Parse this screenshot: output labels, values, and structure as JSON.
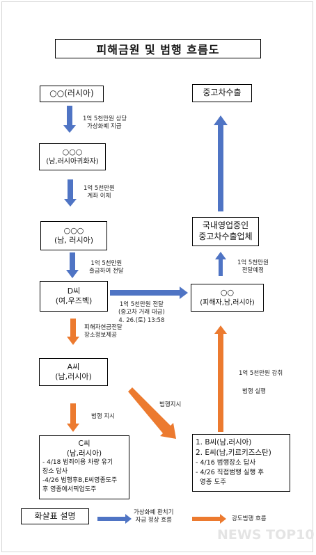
{
  "title": "피해금원 및 범행 흐름도",
  "nodes": {
    "russian_payer": "○○(러시아)",
    "naturalized_1": "○○○",
    "naturalized_2": "(남,러시아귀화자)",
    "russian_male_1": "○○○",
    "russian_male_2": "(남, 러시아)",
    "d_1": "D씨",
    "d_2": "(여,우즈벡)",
    "a_1": "A씨",
    "a_2": "(남,러시아)",
    "export": "중고차수출",
    "dealer_1": "국내영업중인",
    "dealer_2": "중고차수출업체",
    "victim_1": "○○",
    "victim_2": "(피해자,남,러시아)"
  },
  "c_box": {
    "head_1": "C씨",
    "head_2": "(남,러시아)",
    "items": [
      "- 4/18 범죄이용 차량 유기",
      "장소 답사",
      "-4/26 범행후B,E씨영종도주",
      "후 영종에서픽업도주"
    ]
  },
  "be_box": {
    "items": [
      "1. B씨(남,러시아)",
      "2. E씨(남,키르키즈스탄)",
      "- 4/16 범행장소 답사",
      "- 4/26 직접범행 실행 후",
      "영종 도주"
    ]
  },
  "labels": {
    "l1_a": "1억 5천만원 상당",
    "l1_b": "가상화폐 지급",
    "l2_a": "1억 5천만원",
    "l2_b": "계좌 이체",
    "l3_a": "1억 5천만원",
    "l3_b": "출금하여 전달",
    "l4_a": "1억 5천만원 전달",
    "l4_b": "(중고차 거래 대금)",
    "l4_c": "4. 26.(토) 13:58",
    "l5_a": "피해자현금전달",
    "l5_b": "장소정보제공",
    "l6": "범행 지시",
    "l7": "범행지시",
    "l8": "1억 5천만원 강취",
    "l9": "범행 실행",
    "l10_a": "1억 5천만원",
    "l10_b": "전달예정"
  },
  "legend": {
    "title": "화살표 설명",
    "blue_a": "가상화폐 환치기",
    "blue_b": "자금 정상 흐름",
    "orange": "강도범행 흐름"
  },
  "watermark": "NEWS TOP10",
  "colors": {
    "blue": "#4f74c4",
    "orange": "#ec7a2f",
    "border": "#000000"
  }
}
